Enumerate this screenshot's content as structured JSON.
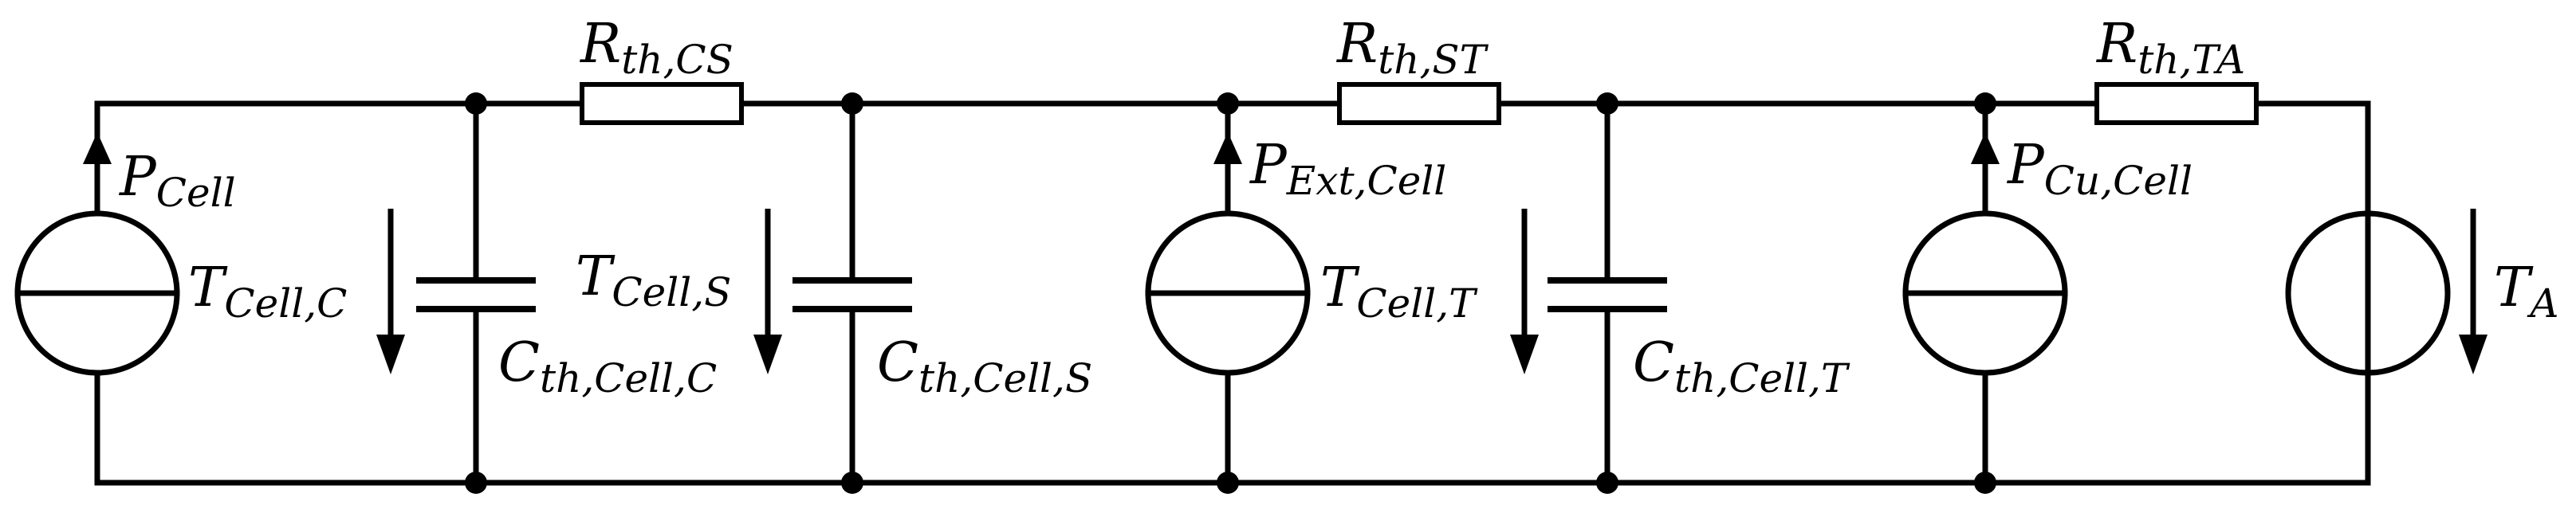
{
  "labels": {
    "p_cell": {
      "main": "P",
      "sub": "Cell"
    },
    "t_cell_c": {
      "main": "T",
      "sub": "Cell,C"
    },
    "c_th_cell_c": {
      "main": "C",
      "sub": "th,Cell,C"
    },
    "r_th_cs": {
      "main": "R",
      "sub": "th,CS"
    },
    "t_cell_s": {
      "main": "T",
      "sub": "Cell,S"
    },
    "c_th_cell_s": {
      "main": "C",
      "sub": "th,Cell,S"
    },
    "p_ext_cell": {
      "main": "P",
      "sub": "Ext,Cell"
    },
    "r_th_st": {
      "main": "R",
      "sub": "th,ST"
    },
    "t_cell_t": {
      "main": "T",
      "sub": "Cell,T"
    },
    "c_th_cell_t": {
      "main": "C",
      "sub": "th,Cell,T"
    },
    "p_cu_cell": {
      "main": "P",
      "sub": "Cu,Cell"
    },
    "r_th_ta": {
      "main": "R",
      "sub": "th,TA"
    },
    "t_a": {
      "main": "T",
      "sub": "A"
    }
  }
}
